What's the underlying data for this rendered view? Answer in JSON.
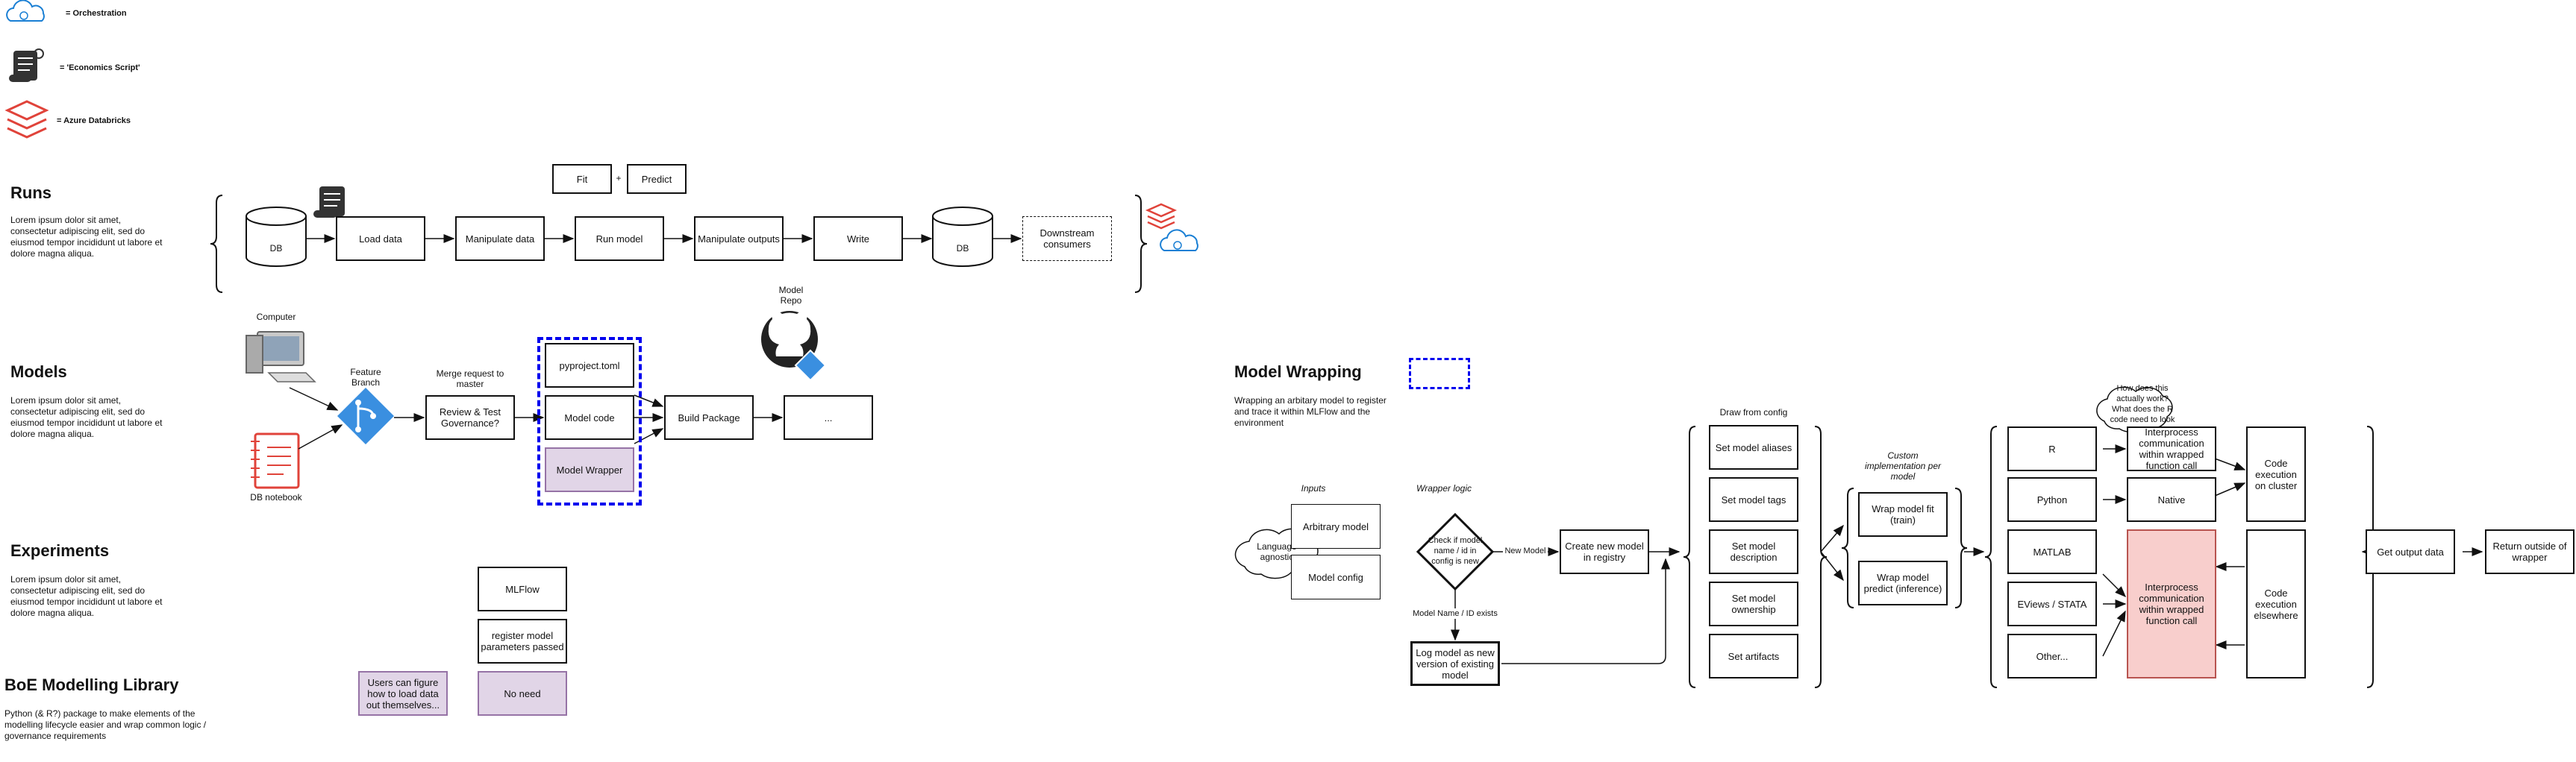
{
  "legend": {
    "orchestration": "= Orchestration",
    "economics_script": "= 'Economics Script'",
    "azure_databricks": "= Azure Databricks"
  },
  "sections": {
    "runs": {
      "title": "Runs",
      "desc": "Lorem ipsum dolor sit amet, consectetur adipiscing elit, sed do eiusmod tempor incididunt ut labore et dolore magna aliqua."
    },
    "models": {
      "title": "Models",
      "desc": "Lorem ipsum dolor sit amet, consectetur adipiscing elit, sed do eiusmod tempor incididunt ut labore et dolore magna aliqua."
    },
    "experiments": {
      "title": "Experiments",
      "desc": "Lorem ipsum dolor sit amet, consectetur adipiscing elit, sed do eiusmod tempor incididunt ut labore et dolore magna aliqua."
    },
    "boe": {
      "title": "BoE Modelling Library",
      "desc": "Python (& R?) package to make elements of the modelling lifecycle easier and wrap common logic / governance requirements"
    },
    "wrapping": {
      "title": "Model Wrapping",
      "desc": "Wrapping an arbitary model to register and trace it within MLFlow and the environment"
    }
  },
  "runs": {
    "fit": "Fit",
    "plus": "+",
    "predict": "Predict",
    "db1": "DB",
    "load": "Load data",
    "manip": "Manipulate data",
    "run": "Run model",
    "manip_out": "Manipulate outputs",
    "write": "Write",
    "db2": "DB",
    "downstream": "Downstream consumers"
  },
  "models": {
    "computer": "Computer",
    "db_notebook": "DB notebook",
    "feature_branch": "Feature Branch",
    "merge_request": "Merge request to master",
    "review": "Review & Test Governance?",
    "pyproject": "pyproject.toml",
    "model_code": "Model code",
    "model_wrapper": "Model Wrapper",
    "model_repo": "Model Repo",
    "build": "Build Package",
    "ellipsis": "..."
  },
  "experiments": {
    "mlflow": "MLFlow",
    "register": "register model parameters passed",
    "no_need": "No need",
    "users_can": "Users can figure how to load data out themselves..."
  },
  "wrapping": {
    "inputs": "Inputs",
    "wrapper_logic": "Wrapper logic",
    "language_agnostic": "Language agnostic",
    "arbitrary_model": "Arbitrary model",
    "model_config": "Model config",
    "check": "Check if model name / id  in config is new",
    "new_model": "New Model",
    "create": "Create new model in registry",
    "exists": "Model Name / ID exists",
    "log": "Log model as new version of existing model",
    "draw_from_config": "Draw from config",
    "aliases": "Set model aliases",
    "tags": "Set model tags",
    "description": "Set model description",
    "ownership": "Set model ownership",
    "artifacts": "Set artifacts",
    "custom_impl": "Custom implementation per model",
    "fit_train": "Wrap model fit (train)",
    "predict_inf": "Wrap model predict (inference)",
    "question": "How does this actually work? What does the R code need to look like?",
    "r": "R",
    "python": "Python",
    "matlab": "MATLAB",
    "eviews": "EViews / STATA",
    "other": "Other...",
    "ipc_top": "Interprocess communication within wrapped function call",
    "native": "Native",
    "ipc_bottom": "Interprocess communication within wrapped function call",
    "code_cluster": "Code execution on cluster",
    "code_elsewhere": "Code execution elsewhere",
    "get_output": "Get output data",
    "return": "Return outside of wrapper"
  },
  "colors": {
    "databricks": "#e0433a",
    "cloud": "#1a7fd4",
    "dashed_blue": "#0000ee",
    "purple_fill": "#e1d5e7",
    "red_fill": "#f8cecc"
  }
}
